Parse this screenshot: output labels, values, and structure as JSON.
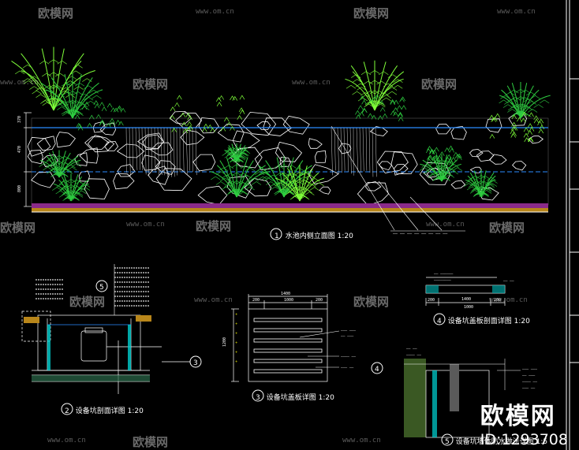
{
  "watermark": {
    "brand": "欧模网",
    "url": "www.om.cn"
  },
  "brand_block": {
    "name": "欧模网",
    "id": "ID:1293708"
  },
  "drawings": [
    {
      "number": "1",
      "caption": "水池内侧立面图 1:20"
    },
    {
      "number": "2",
      "caption": "设备坑剖面详图 1:20"
    },
    {
      "number": "3",
      "caption": "设备坑盖板详图 1:20"
    },
    {
      "number": "4",
      "caption": "设备坑盖板剖面详图 1:20"
    },
    {
      "number": "5",
      "caption": "设备坑墙体防水做法详图 1:5"
    }
  ],
  "dimensions": {
    "cover_width": "1400",
    "cover_sub": [
      "200",
      "1000",
      "200"
    ],
    "cover_height": "1200",
    "section_total": "1400",
    "section_sub": [
      "200",
      "1000",
      "200"
    ],
    "elev_left": [
      "370",
      "470",
      "800"
    ]
  },
  "colors": {
    "line": "#ffffff",
    "plant": "#2ecc40",
    "plant_light": "#7fff3a",
    "water": "#2b8bff",
    "cyan": "#00e5ff",
    "yellow": "#ffff00",
    "magenta": "#ff33cc",
    "gravel": "#c8a000"
  }
}
